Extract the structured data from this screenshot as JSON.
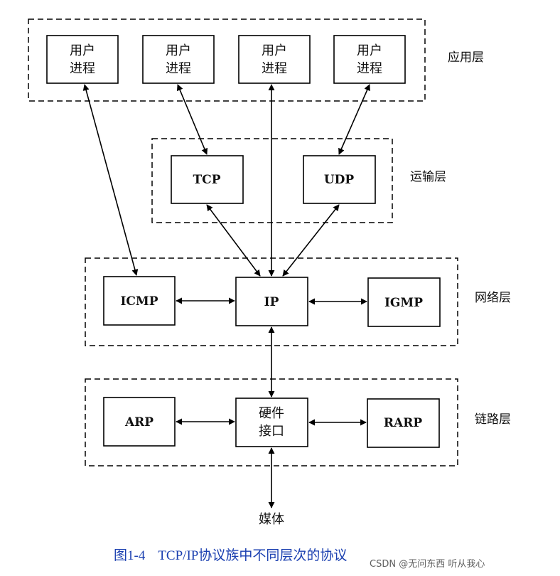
{
  "layers": {
    "application": "应用层",
    "transport": "运输层",
    "network": "网络层",
    "link": "链路层"
  },
  "nodes": {
    "user_process": [
      "用户",
      "进程"
    ],
    "tcp": "TCP",
    "udp": "UDP",
    "icmp": "ICMP",
    "ip": "IP",
    "igmp": "IGMP",
    "arp": "ARP",
    "hw_interface": [
      "硬件",
      "接口"
    ],
    "rarp": "RARP",
    "media": "媒体"
  },
  "caption": {
    "figure_number": "图1-4",
    "title": "TCP/IP协议族中不同层次的协议"
  },
  "watermark": "CSDN @无问东西 听从我心"
}
